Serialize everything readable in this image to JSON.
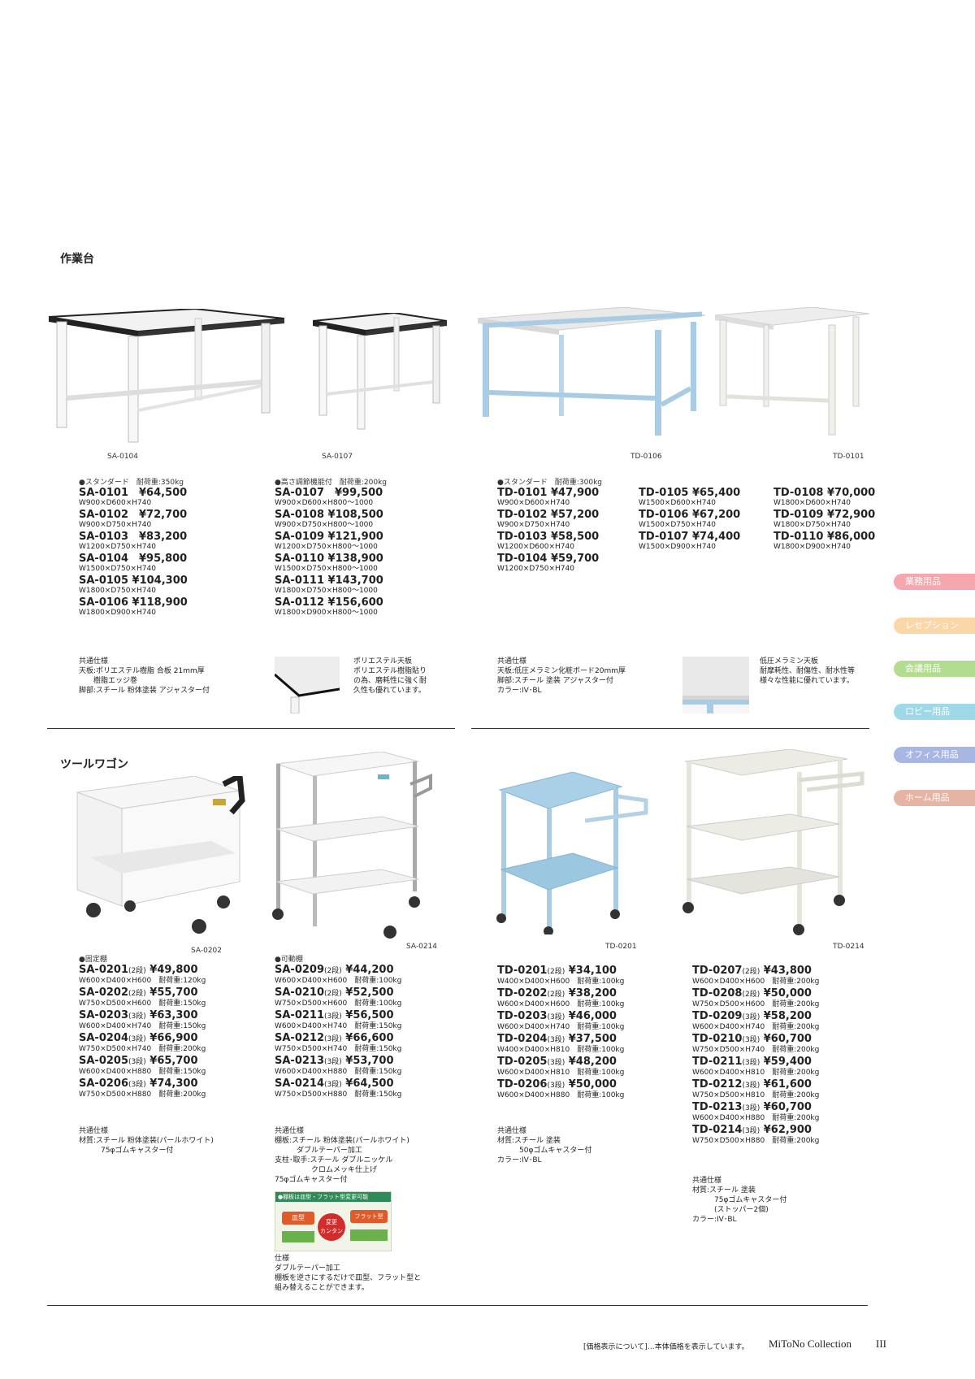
{
  "sections": {
    "workbench": {
      "title": "作業台"
    },
    "wagon": {
      "title": "ツールワゴン"
    }
  },
  "captions": {
    "sa0104": "SA-0104",
    "sa0107": "SA-0107",
    "td0106": "TD-0106",
    "td0101": "TD-0101",
    "sa0202": "SA-0202",
    "sa0214": "SA-0214",
    "td0201": "TD-0201",
    "td0214": "TD-0214"
  },
  "workbench": {
    "col1": {
      "note": "●スタンダード　耐荷重:350kg",
      "items": [
        {
          "code": "SA-0101　¥64,500",
          "dim": "W900×D600×H740"
        },
        {
          "code": "SA-0102　¥72,700",
          "dim": "W900×D750×H740"
        },
        {
          "code": "SA-0103　¥83,200",
          "dim": "W1200×D750×H740"
        },
        {
          "code": "SA-0104　¥95,800",
          "dim": "W1500×D750×H740"
        },
        {
          "code": "SA-0105 ¥104,300",
          "dim": "W1800×D750×H740"
        },
        {
          "code": "SA-0106 ¥118,900",
          "dim": "W1800×D900×H740"
        }
      ]
    },
    "col2": {
      "note": "●高さ調節機能付　耐荷重:200kg",
      "items": [
        {
          "code": "SA-0107　¥99,500",
          "dim": "W900×D600×H800～1000"
        },
        {
          "code": "SA-0108 ¥108,500",
          "dim": "W900×D750×H800～1000"
        },
        {
          "code": "SA-0109 ¥121,900",
          "dim": "W1200×D750×H800～1000"
        },
        {
          "code": "SA-0110 ¥138,900",
          "dim": "W1500×D750×H800～1000"
        },
        {
          "code": "SA-0111 ¥143,700",
          "dim": "W1800×D750×H800～1000"
        },
        {
          "code": "SA-0112 ¥156,600",
          "dim": "W1800×D900×H800～1000"
        }
      ]
    },
    "col3": {
      "note": "●スタンダード　耐荷重:300kg",
      "items": [
        {
          "code": "TD-0101 ¥47,900",
          "dim": "W900×D600×H740"
        },
        {
          "code": "TD-0102 ¥57,200",
          "dim": "W900×D750×H740"
        },
        {
          "code": "TD-0103 ¥58,500",
          "dim": "W1200×D600×H740"
        },
        {
          "code": "TD-0104 ¥59,700",
          "dim": "W1200×D750×H740"
        }
      ]
    },
    "col4": {
      "items": [
        {
          "code": "TD-0105 ¥65,400",
          "dim": "W1500×D600×H740"
        },
        {
          "code": "TD-0106 ¥67,200",
          "dim": "W1500×D750×H740"
        },
        {
          "code": "TD-0107 ¥74,400",
          "dim": "W1500×D900×H740"
        }
      ]
    },
    "col5": {
      "items": [
        {
          "code": "TD-0108 ¥70,000",
          "dim": "W1800×D600×H740"
        },
        {
          "code": "TD-0109 ¥72,900",
          "dim": "W1800×D750×H740"
        },
        {
          "code": "TD-0110 ¥86,000",
          "dim": "W1800×D900×H740"
        }
      ]
    },
    "spec_sa": "共通仕様\n天板:ポリエステル樹脂 合板 21mm厚\n　　樹脂エッジ巻\n脚部:スチール 粉体塗装 アジャスター付",
    "spec_sa_top": "ポリエステル天板\nポリエステル樹脂貼り\nの為、磨耗性に強く耐\n久性も優れています。",
    "spec_td": "共通仕様\n天板:低圧メラミン化粧ボード20mm厚\n脚部:スチール 塗装 アジャスター付\nカラー:IV･BL",
    "spec_td_top": "低圧メラミン天板\n耐摩耗性、耐傷性、耐水性等\n様々な性能に優れています。"
  },
  "wagon": {
    "col1": {
      "note": "●固定棚",
      "items": [
        {
          "code": "SA-0201",
          "tier": "(2段)",
          "price": "¥49,800",
          "dim": "W600×D400×H600　耐荷重:120kg"
        },
        {
          "code": "SA-0202",
          "tier": "(2段)",
          "price": "¥55,700",
          "dim": "W750×D500×H600　耐荷重:150kg"
        },
        {
          "code": "SA-0203",
          "tier": "(3段)",
          "price": "¥63,300",
          "dim": "W600×D400×H740　耐荷重:150kg"
        },
        {
          "code": "SA-0204",
          "tier": "(3段)",
          "price": "¥66,900",
          "dim": "W750×D500×H740　耐荷重:200kg"
        },
        {
          "code": "SA-0205",
          "tier": "(3段)",
          "price": "¥65,700",
          "dim": "W600×D400×H880　耐荷重:150kg"
        },
        {
          "code": "SA-0206",
          "tier": "(3段)",
          "price": "¥74,300",
          "dim": "W750×D500×H880　耐荷重:200kg"
        }
      ]
    },
    "col2": {
      "note": "●可動棚",
      "items": [
        {
          "code": "SA-0209",
          "tier": "(2段)",
          "price": "¥44,200",
          "dim": "W600×D400×H600　耐荷重:100kg"
        },
        {
          "code": "SA-0210",
          "tier": "(2段)",
          "price": "¥52,500",
          "dim": "W750×D500×H600　耐荷重:100kg"
        },
        {
          "code": "SA-0211",
          "tier": "(3段)",
          "price": "¥56,500",
          "dim": "W600×D400×H740　耐荷重:150kg"
        },
        {
          "code": "SA-0212",
          "tier": "(3段)",
          "price": "¥66,600",
          "dim": "W750×D500×H740　耐荷重:150kg"
        },
        {
          "code": "SA-0213",
          "tier": "(3段)",
          "price": "¥53,700",
          "dim": "W600×D400×H880　耐荷重:150kg"
        },
        {
          "code": "SA-0214",
          "tier": "(3段)",
          "price": "¥64,500",
          "dim": "W750×D500×H880　耐荷重:150kg"
        }
      ]
    },
    "col3": {
      "items": [
        {
          "code": "TD-0201",
          "tier": "(2段)",
          "price": "¥34,100",
          "dim": "W400×D400×H600　耐荷重:100kg"
        },
        {
          "code": "TD-0202",
          "tier": "(2段)",
          "price": "¥38,200",
          "dim": "W600×D400×H600　耐荷重:100kg"
        },
        {
          "code": "TD-0203",
          "tier": "(3段)",
          "price": "¥46,000",
          "dim": "W600×D400×H740　耐荷重:100kg"
        },
        {
          "code": "TD-0204",
          "tier": "(3段)",
          "price": "¥37,500",
          "dim": "W400×D400×H810　耐荷重:100kg"
        },
        {
          "code": "TD-0205",
          "tier": "(3段)",
          "price": "¥48,200",
          "dim": "W600×D400×H810　耐荷重:100kg"
        },
        {
          "code": "TD-0206",
          "tier": "(3段)",
          "price": "¥50,000",
          "dim": "W600×D400×H880　耐荷重:100kg"
        }
      ]
    },
    "col4": {
      "items": [
        {
          "code": "TD-0207",
          "tier": "(2段)",
          "price": "¥43,800",
          "dim": "W600×D400×H600　耐荷重:200kg"
        },
        {
          "code": "TD-0208",
          "tier": "(2段)",
          "price": "¥50,000",
          "dim": "W750×D500×H600　耐荷重:200kg"
        },
        {
          "code": "TD-0209",
          "tier": "(3段)",
          "price": "¥58,200",
          "dim": "W600×D400×H740　耐荷重:200kg"
        },
        {
          "code": "TD-0210",
          "tier": "(3段)",
          "price": "¥60,700",
          "dim": "W750×D500×H740　耐荷重:200kg"
        },
        {
          "code": "TD-0211",
          "tier": "(3段)",
          "price": "¥59,400",
          "dim": "W600×D400×H810　耐荷重:200kg"
        },
        {
          "code": "TD-0212",
          "tier": "(3段)",
          "price": "¥61,600",
          "dim": "W750×D500×H810　耐荷重:200kg"
        },
        {
          "code": "TD-0213",
          "tier": "(3段)",
          "price": "¥60,700",
          "dim": "W600×D400×H880　耐荷重:200kg"
        },
        {
          "code": "TD-0214",
          "tier": "(3段)",
          "price": "¥62,900",
          "dim": "W750×D500×H880　耐荷重:200kg"
        }
      ]
    },
    "spec1": "共通仕様\n材質:スチール 粉体塗装(パールホワイト)\n　　　75φゴムキャスター付",
    "spec2": "共通仕様\n棚板:スチール 粉体塗装(パールホワイト)\n　　　ダブルテーパー加工\n支柱･取手:スチール ダブルニッケル\n　　　　　クロムメッキ仕上げ\n75φゴムキャスター付",
    "spec3": "共通仕様\n材質:スチール 塗装\n　　　50φゴムキャスター付\nカラー:IV･BL",
    "spec4": "共通仕様\n材質:スチール 塗装\n　　　75φゴムキャスター付\n　　　(ストッパー2個)\nカラー:IV･BL",
    "shelf_banner": "●棚板は皿型・フラット型変更可能",
    "shelf_labels": {
      "dish": "皿型",
      "swap": "変更\nカンタン",
      "flat": "フラット型"
    },
    "shelf_spec": "仕様\nダブルテーパー加工\n棚板を逆さにするだけで皿型、フラット型と\n組み替えることができます。"
  },
  "tabs": [
    {
      "label": "業務用品",
      "color": "#f4a8ad"
    },
    {
      "label": "レセプション",
      "color": "#fbd7a8"
    },
    {
      "label": "会議用品",
      "color": "#b3dd8e"
    },
    {
      "label": "ロビー用品",
      "color": "#9fd8e6"
    },
    {
      "label": "オフィス用品",
      "color": "#a8b6e3"
    },
    {
      "label": "ホーム用品",
      "color": "#e6b4a4"
    }
  ],
  "footer": {
    "note": "[価格表示について]…本体価格を表示しています。",
    "brand": "MiToNo Collection",
    "page": "III"
  }
}
